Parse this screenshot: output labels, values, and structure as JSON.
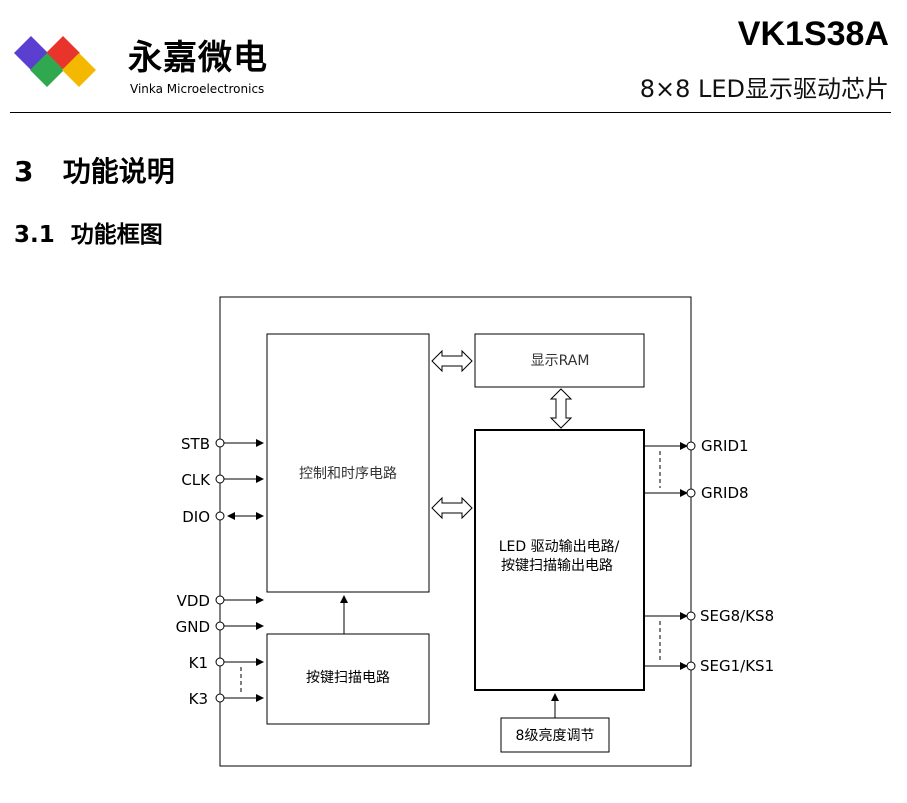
{
  "header": {
    "brand_cn": "永嘉微电",
    "brand_en": "Vinka Microelectronics",
    "part_number": "VK1S38A",
    "subtitle": "8×8 LED显示驱动芯片"
  },
  "section": {
    "heading": "3   功能说明",
    "subheading": "3.1  功能框图"
  },
  "logo": {
    "colors": [
      "#5b3fd1",
      "#e8342b",
      "#2fa84f",
      "#f5b800"
    ]
  },
  "diagram": {
    "blocks": {
      "control": "控制和时序电路",
      "ram": "显示RAM",
      "led_line1": "LED 驱动输出电路/",
      "led_line2": "按键扫描输出电路",
      "keyscan": "按键扫描电路",
      "brightness": "8级亮度调节"
    },
    "left_pins": [
      "STB",
      "CLK",
      "DIO",
      "VDD",
      "GND",
      "K1",
      "K3"
    ],
    "right_pins": [
      "GRID1",
      "GRID8",
      "SEG8/KS8",
      "SEG1/KS1"
    ]
  }
}
